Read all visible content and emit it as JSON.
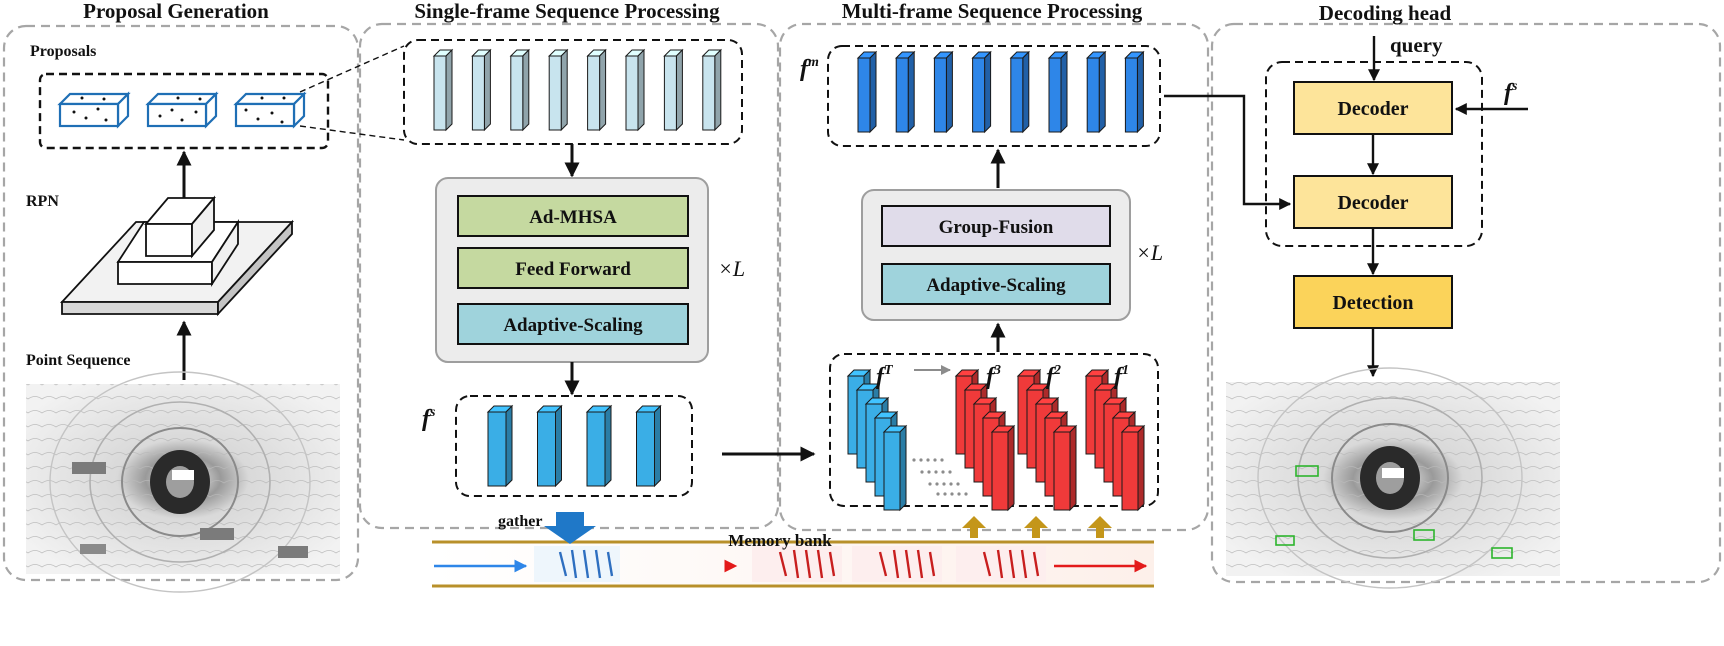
{
  "sections": {
    "proposal": "Proposal Generation",
    "single": "Single-frame Sequence Processing",
    "multi": "Multi-frame Sequence Processing",
    "decoding": "Decoding head"
  },
  "labels": {
    "proposals": "Proposals",
    "rpn": "RPN",
    "point_sequence": "Point Sequence",
    "query": "query",
    "gather": "gather",
    "memory_bank": "Memory bank",
    "times_l_single": "×L",
    "times_l_multi": "×L"
  },
  "blocks": {
    "ad_mhsa": "Ad-MHSA",
    "feed_forward": "Feed Forward",
    "adaptive_scaling_single": "Adaptive-Scaling",
    "group_fusion": "Group-Fusion",
    "adaptive_scaling_multi": "Adaptive-Scaling",
    "decoder_top": "Decoder",
    "decoder_bottom": "Decoder",
    "detection": "Detection"
  },
  "features": {
    "f": "f",
    "s_single": "s",
    "m": "m",
    "T": "T",
    "f3": "3",
    "f2": "2",
    "f1": "1",
    "s_decoding": "s"
  },
  "colors": {
    "section_border": "#a6a6a6",
    "light_token": "#c8e4ee",
    "blue_token": "#3aaee6",
    "deep_blue_token": "#2e86e8",
    "red_token": "#f03a3a",
    "green_block": "#c5d9a0",
    "teal_block": "#9fd3dc",
    "lavender_block": "#e0dcea",
    "decoder_block": "#fde49a",
    "detection_block": "#fbd35a",
    "memory_rail": "#b8902a"
  }
}
